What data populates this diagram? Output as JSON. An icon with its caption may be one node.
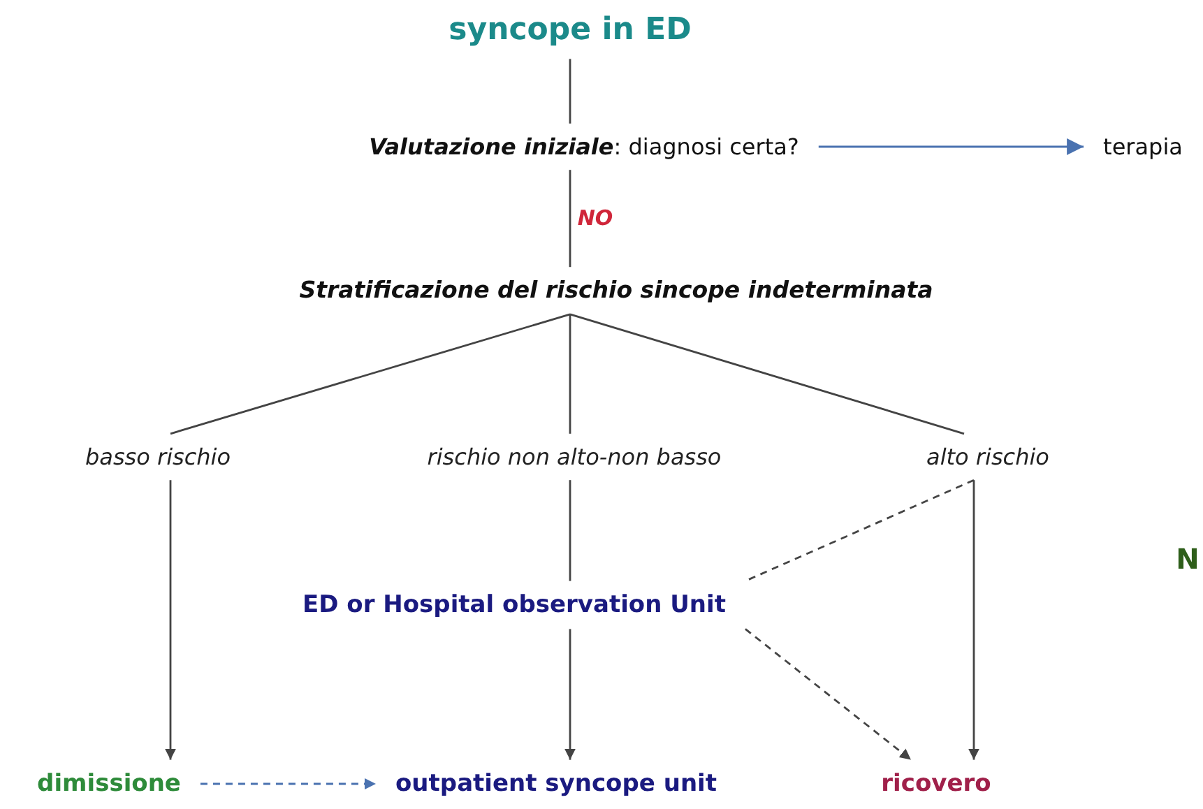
{
  "diagram": {
    "nodes": [
      {
        "text": [
          "syncope in ED"
        ]
      },
      {
        "text": [
          "**Valutazione iniziale**: diagnosi certa?"
        ]
      },
      {
        "text": [
          "terapia"
        ]
      },
      {
        "text": [
          "Stratificazione del rischio sincope indeterminata"
        ]
      },
      {
        "text": [
          "basso rischio"
        ]
      },
      {
        "text": [
          "rischio non alto-non basso"
        ]
      },
      {
        "text": [
          "alto rischio"
        ]
      },
      {
        "text": [
          "ED or Hospital observation Unit"
        ]
      },
      {
        "text": [
          "dimissione"
        ]
      },
      {
        "text": [
          "outpatient syncope unit"
        ]
      },
      {
        "text": [
          "ricovero"
        ]
      }
    ],
    "edges": [
      {
        "from": 0,
        "to": 1,
        "arrow": "none"
      },
      {
        "from": 1,
        "to": 3,
        "arrow": "none",
        "label": "NO"
      },
      {
        "from": 1,
        "to": 2,
        "arrow": "to",
        "color": "#4a72b0"
      },
      {
        "from": 3,
        "to": 4,
        "arrow": "none"
      },
      {
        "from": 3,
        "to": 5,
        "arrow": "none"
      },
      {
        "from": 3,
        "to": 6,
        "arrow": "none"
      },
      {
        "from": 4,
        "to": 8,
        "arrow": "to"
      },
      {
        "from": 5,
        "to": 7,
        "arrow": "none"
      },
      {
        "from": 7,
        "to": 9,
        "arrow": "to"
      },
      {
        "from": 6,
        "to": 10,
        "arrow": "to"
      },
      {
        "from": 6,
        "to": 7,
        "arrow": "none",
        "style": "dashed"
      },
      {
        "from": 7,
        "to": 10,
        "arrow": "to",
        "style": "dashed"
      },
      {
        "from": 8,
        "to": 9,
        "arrow": "to",
        "style": "dashed",
        "color": "#4a72b0"
      }
    ],
    "labels": [
      "N"
    ]
  }
}
